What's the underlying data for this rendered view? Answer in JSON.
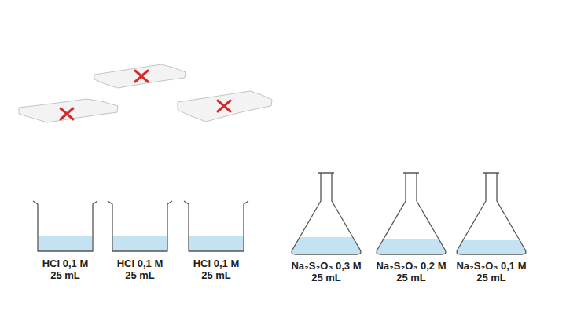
{
  "diagram": {
    "nodes": [
      {
        "text": [
          "HCl 0,1 M",
          "25 mL"
        ]
      },
      {
        "text": [
          "HCl 0,1 M",
          "25 mL"
        ]
      },
      {
        "text": [
          "HCl 0,1 M",
          "25 mL"
        ]
      },
      {
        "text": [
          "Na₂S₂O₃ 0,3 M",
          "25 mL"
        ]
      },
      {
        "text": [
          "Na₂S₂O₃ 0,2 M",
          "25 mL"
        ]
      },
      {
        "text": [
          "Na₂S₂O₃ 0,1 M",
          "25 mL"
        ]
      }
    ]
  }
}
